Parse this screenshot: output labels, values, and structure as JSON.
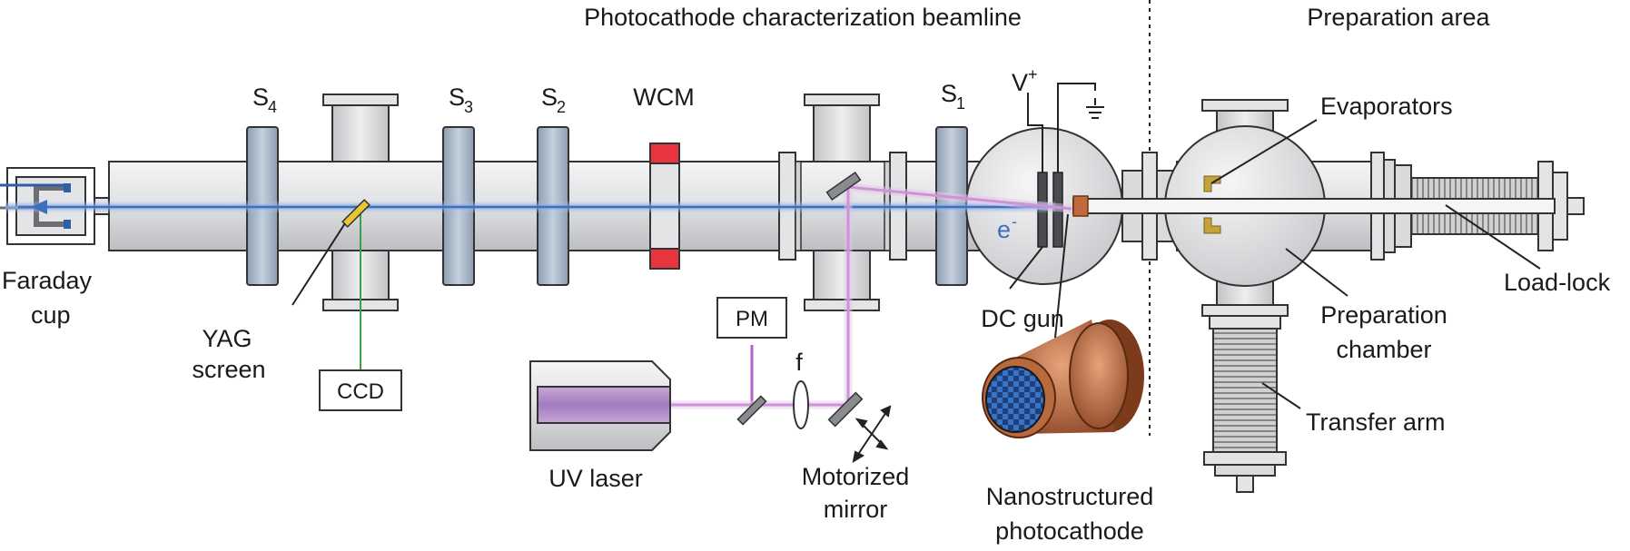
{
  "titles": {
    "beamline": "Photocathode characterization beamline",
    "prep": "Preparation area"
  },
  "labels": {
    "faraday_1": "Faraday",
    "faraday_2": "cup",
    "yag_1": "YAG",
    "yag_2": "screen",
    "ccd": "CCD",
    "s4": "S",
    "s4_sub": "4",
    "s3": "S",
    "s3_sub": "3",
    "s2": "S",
    "s2_sub": "2",
    "wcm": "WCM",
    "s1": "S",
    "s1_sub": "1",
    "vplus": "V",
    "vplus_sup": "+",
    "electron": "e",
    "electron_sup": "-",
    "dc_gun": "DC gun",
    "pm": "PM",
    "focus": "f",
    "uv_laser": "UV laser",
    "motorized_1": "Motorized",
    "motorized_2": "mirror",
    "nano_1": "Nanostructured",
    "nano_2": "photocathode",
    "evaporators": "Evaporators",
    "prep_chamber_1": "Preparation",
    "prep_chamber_2": "chamber",
    "load_lock": "Load-lock",
    "transfer_arm": "Transfer arm"
  },
  "colors": {
    "pipe": "#d9dadc",
    "pipe_stroke": "#333333",
    "solenoid": "#a9b6c6",
    "wcm": "#e8353f",
    "beam": "#3f6fbf",
    "laser": "#b463c4",
    "ccd_line": "#3aa14a",
    "copper": "#c0693c",
    "evaporator": "#c6a23a"
  }
}
